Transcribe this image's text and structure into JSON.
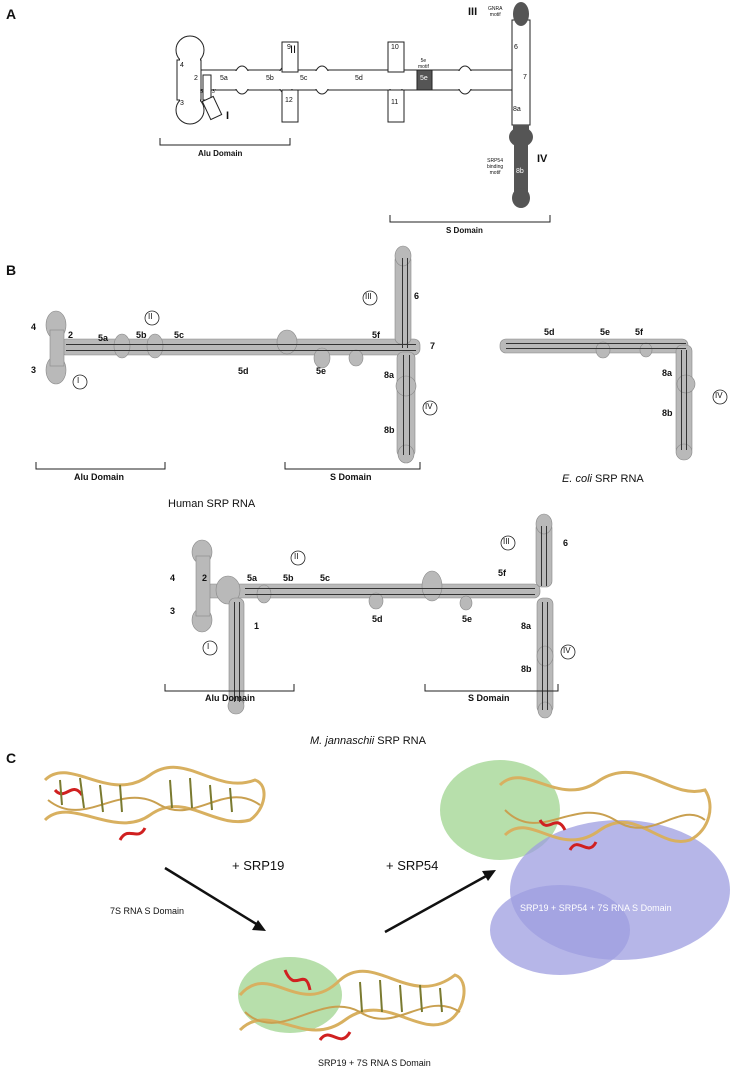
{
  "panels": {
    "a": "A",
    "b": "B",
    "c": "C"
  },
  "panelA": {
    "roman": [
      "I",
      "II",
      "III",
      "IV"
    ],
    "helices": [
      "2",
      "3",
      "4",
      "5a",
      "5b",
      "5c",
      "5d",
      "5e",
      "6",
      "7",
      "8a",
      "8b",
      "9",
      "10",
      "11",
      "12"
    ],
    "motif_gnra": [
      "GNRA",
      "motif"
    ],
    "motif_5e": [
      "5e",
      "motif"
    ],
    "motif_srp54": [
      "SRP54",
      "binding",
      "motif"
    ],
    "alu_domain": "Alu Domain",
    "s_domain": "S Domain",
    "end5": "5'",
    "end3": "3'"
  },
  "panelB": {
    "human_caption": "Human SRP RNA",
    "ecoli_name": "E. coli",
    "ecoli_rest": " SRP RNA",
    "mj_name": "M. jannaschii",
    "mj_rest": " SRP RNA",
    "alu_domain": "Alu Domain",
    "s_domain": "S Domain",
    "human_labels": [
      "4",
      "2",
      "3",
      "5a",
      "5b",
      "5c",
      "5d",
      "5e",
      "5f",
      "6",
      "7",
      "8a",
      "8b"
    ],
    "human_roman": [
      "I",
      "II",
      "III",
      "IV"
    ],
    "ecoli_labels": [
      "5d",
      "5e",
      "5f",
      "8a",
      "8b"
    ],
    "ecoli_roman": [
      "IV"
    ],
    "mj_labels": [
      "4",
      "2",
      "3",
      "1",
      "5a",
      "5b",
      "5c",
      "5d",
      "5e",
      "5f",
      "6",
      "8a",
      "8b"
    ],
    "mj_roman": [
      "I",
      "II",
      "III",
      "IV"
    ]
  },
  "panelC": {
    "label_1": "7S RNA S Domain",
    "label_2": "SRP19 + 7S RNA S Domain",
    "label_3": "SRP19 + SRP54 + 7S RNA S Domain",
    "arrow_1": "+ SRP19",
    "arrow_2": "+ SRP54"
  },
  "colors": {
    "rna_grey": "#b9b9b9",
    "dark_grey": "#555555",
    "srp19_green": "#9fd48f",
    "srp54_purple": "#9d9ee0",
    "rna_gold": "#d8b060",
    "red_loop": "#d02020"
  }
}
